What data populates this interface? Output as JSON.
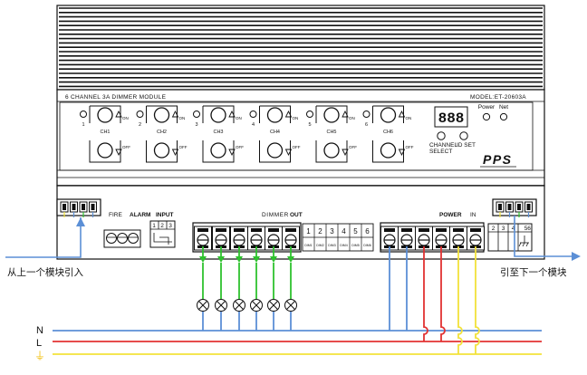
{
  "panel": {
    "title": "6 CHANNEL 3A DIMMER MODULE",
    "model": "MODEL:ET-20603A",
    "brand": "PPS",
    "display": "888",
    "led_power": "Power",
    "led_net": "Net",
    "btn_channel_select_1": "CHANNEL",
    "btn_channel_select_2": "SELECT",
    "btn_id_set": "ID SET",
    "on_label": "ON",
    "off_label": "OFF",
    "channels": [
      {
        "num": "1",
        "name": "CH1"
      },
      {
        "num": "2",
        "name": "CH2"
      },
      {
        "num": "3",
        "name": "CH3"
      },
      {
        "num": "4",
        "name": "CH4"
      },
      {
        "num": "5",
        "name": "CH5"
      },
      {
        "num": "6",
        "name": "CH6"
      }
    ]
  },
  "terminals": {
    "fire": "FIRE",
    "alarm": "ALARM",
    "input": "INPUT",
    "input_nums": [
      "1",
      "2",
      "3"
    ],
    "dimmer": "DIMMER",
    "out": "OUT",
    "out_nums": [
      "1",
      "2",
      "3",
      "4",
      "5",
      "6"
    ],
    "out_tags": [
      "DIM1",
      "DIM2",
      "DIM3",
      "DIM4",
      "DIM5",
      "DIM6"
    ],
    "power": "POWER",
    "in": "IN",
    "right_nums": [
      "2",
      "3",
      "4",
      "5",
      "6"
    ]
  },
  "bus": {
    "left_note": "从上一个模块引入",
    "right_note": "引至下一个模块"
  },
  "lines": {
    "n": "N",
    "l": "L",
    "pe": "⏚"
  },
  "colors": {
    "neutral": "#5b8fd6",
    "live": "#e23232",
    "earth": "#f2e23a",
    "output": "#2ec22e",
    "body": "#111111"
  }
}
